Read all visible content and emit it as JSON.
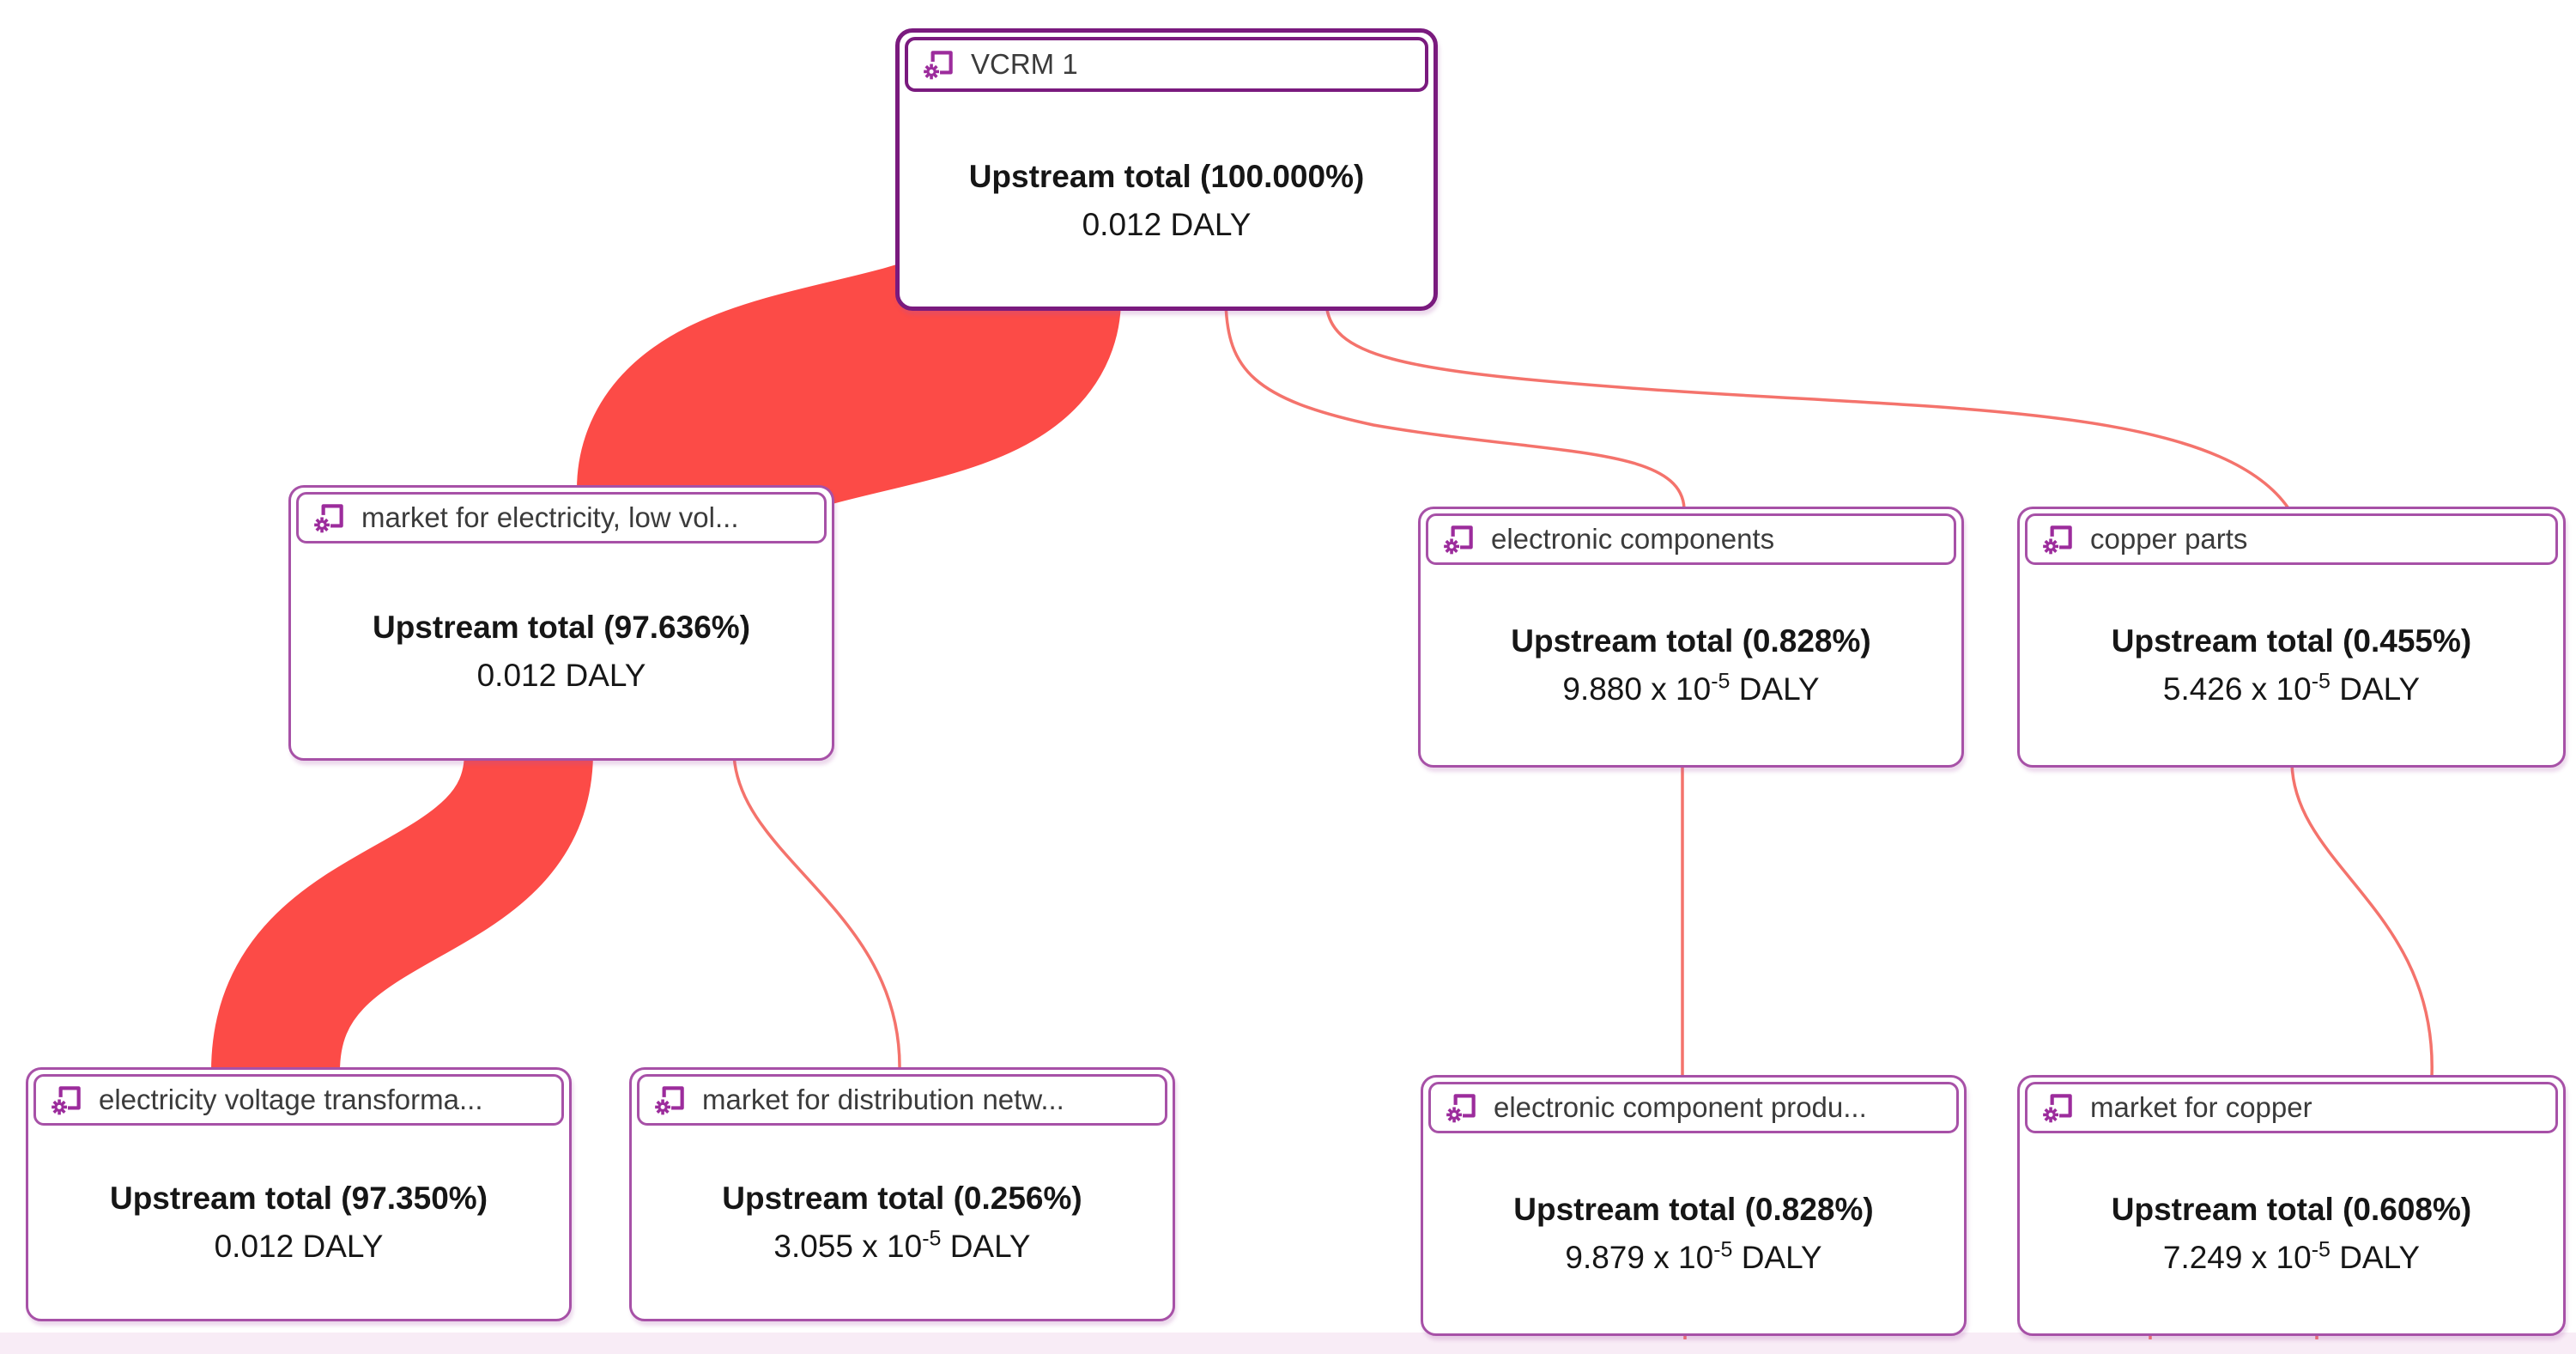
{
  "colors": {
    "flow_thick": "#fc4b47",
    "flow_thin": "#f4736c",
    "node_border": "#a751a7",
    "node_border_root": "#7a1a7e",
    "title_text": "#3b3b3b",
    "body_text": "#161616",
    "canvas_bg": "#ffffff",
    "bottom_strip": "#f8ecf6"
  },
  "unit": "DALY",
  "nodes": [
    {
      "title": "VCRM 1",
      "upstream_label": "Upstream total (100.000%)",
      "value_prefix": "0.012",
      "value_exponent": "",
      "value_suffix": " DALY"
    },
    {
      "title": "market for electricity, low vol...",
      "upstream_label": "Upstream total (97.636%)",
      "value_prefix": "0.012",
      "value_exponent": "",
      "value_suffix": " DALY"
    },
    {
      "title": "electronic components",
      "upstream_label": "Upstream total (0.828%)",
      "value_prefix": "9.880 x 10",
      "value_exponent": "-5",
      "value_suffix": " DALY"
    },
    {
      "title": "copper parts",
      "upstream_label": "Upstream total (0.455%)",
      "value_prefix": "5.426 x 10",
      "value_exponent": "-5",
      "value_suffix": " DALY"
    },
    {
      "title": "electricity voltage transforma...",
      "upstream_label": "Upstream total (97.350%)",
      "value_prefix": "0.012",
      "value_exponent": "",
      "value_suffix": " DALY"
    },
    {
      "title": "market for distribution netw...",
      "upstream_label": "Upstream total (0.256%)",
      "value_prefix": "3.055 x 10",
      "value_exponent": "-5",
      "value_suffix": " DALY"
    },
    {
      "title": "electronic component produ...",
      "upstream_label": "Upstream total (0.828%)",
      "value_prefix": "9.879 x 10",
      "value_exponent": "-5",
      "value_suffix": " DALY"
    },
    {
      "title": "market for copper",
      "upstream_label": "Upstream total (0.608%)",
      "value_prefix": "7.249 x 10",
      "value_exponent": "-5",
      "value_suffix": " DALY"
    }
  ],
  "edges": [
    {
      "from": "VCRM 1",
      "to": "market for electricity, low vol...",
      "contribution_percent": "97.636",
      "display": "thick-band"
    },
    {
      "from": "VCRM 1",
      "to": "electronic components",
      "contribution_percent": "0.828",
      "display": "thin-line"
    },
    {
      "from": "VCRM 1",
      "to": "copper parts",
      "contribution_percent": "0.455",
      "display": "thin-line"
    },
    {
      "from": "market for electricity, low vol...",
      "to": "electricity voltage transforma...",
      "contribution_percent": "97.350",
      "display": "thick-band"
    },
    {
      "from": "market for electricity, low vol...",
      "to": "market for distribution netw...",
      "contribution_percent": "0.256",
      "display": "thin-line"
    },
    {
      "from": "electronic components",
      "to": "electronic component produ...",
      "contribution_percent": "0.828",
      "display": "thin-line"
    },
    {
      "from": "copper parts",
      "to": "market for copper",
      "contribution_percent": "0.608",
      "display": "thin-line"
    }
  ]
}
